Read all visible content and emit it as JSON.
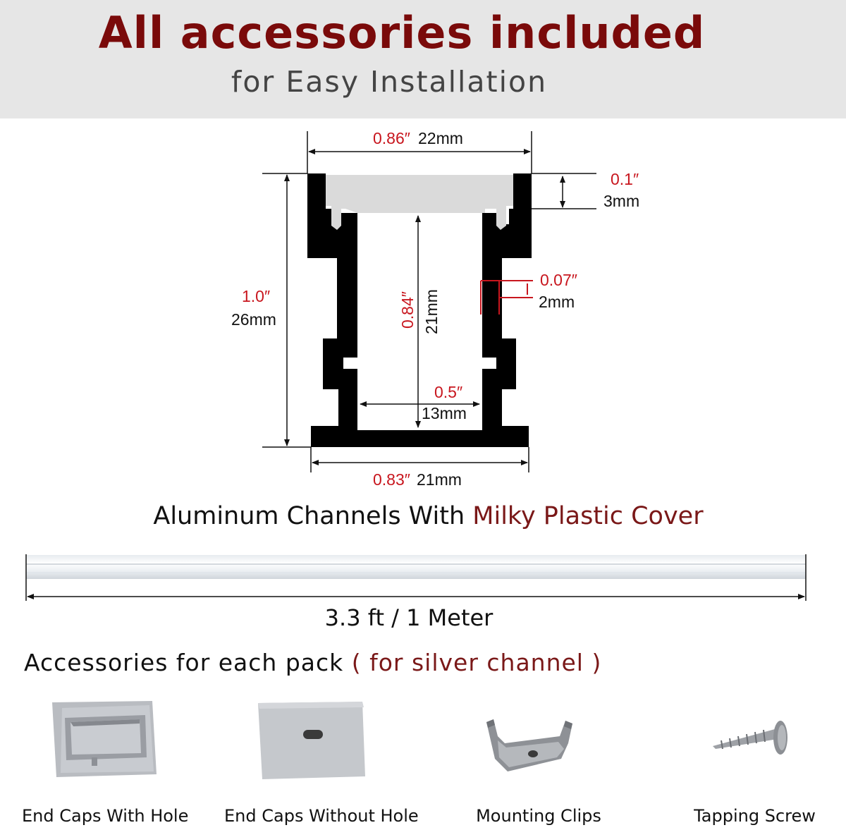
{
  "header": {
    "title": "All accessories included",
    "subtitle": "for Easy Installation"
  },
  "colors": {
    "title": "#7a0a0a",
    "dimension_inch": "#c8161e",
    "accent": "#7a1818",
    "header_bg": "#e6e6e6",
    "profile": "#000000",
    "cover": "#dadada"
  },
  "profile_diagram": {
    "top_width": {
      "inch": "0.86″",
      "mm": "22mm"
    },
    "cover_thickness": {
      "inch": "0.1″",
      "mm": "3mm"
    },
    "total_height": {
      "inch": "1.0″",
      "mm": "26mm"
    },
    "inner_height": {
      "inch": "0.84″",
      "mm": "21mm"
    },
    "wall_thickness": {
      "inch": "0.07″",
      "mm": "2mm"
    },
    "inner_width": {
      "inch": "0.5″",
      "mm": "13mm"
    },
    "bottom_width": {
      "inch": "0.83″",
      "mm": "21mm"
    }
  },
  "channel": {
    "caption_main": "Aluminum Channels With ",
    "caption_accent": "Milky Plastic Cover",
    "length": "3.3 ft / 1 Meter"
  },
  "accessories": {
    "title_main": "Accessories for each pack ",
    "title_accent": "( for silver channel )",
    "items": [
      {
        "label": "End Caps With Hole",
        "icon": "end-cap-with-hole-icon"
      },
      {
        "label": "End Caps Without Hole",
        "icon": "end-cap-without-hole-icon"
      },
      {
        "label": "Mounting Clips",
        "icon": "mounting-clip-icon"
      },
      {
        "label": "Tapping Screw",
        "icon": "tapping-screw-icon"
      }
    ]
  }
}
